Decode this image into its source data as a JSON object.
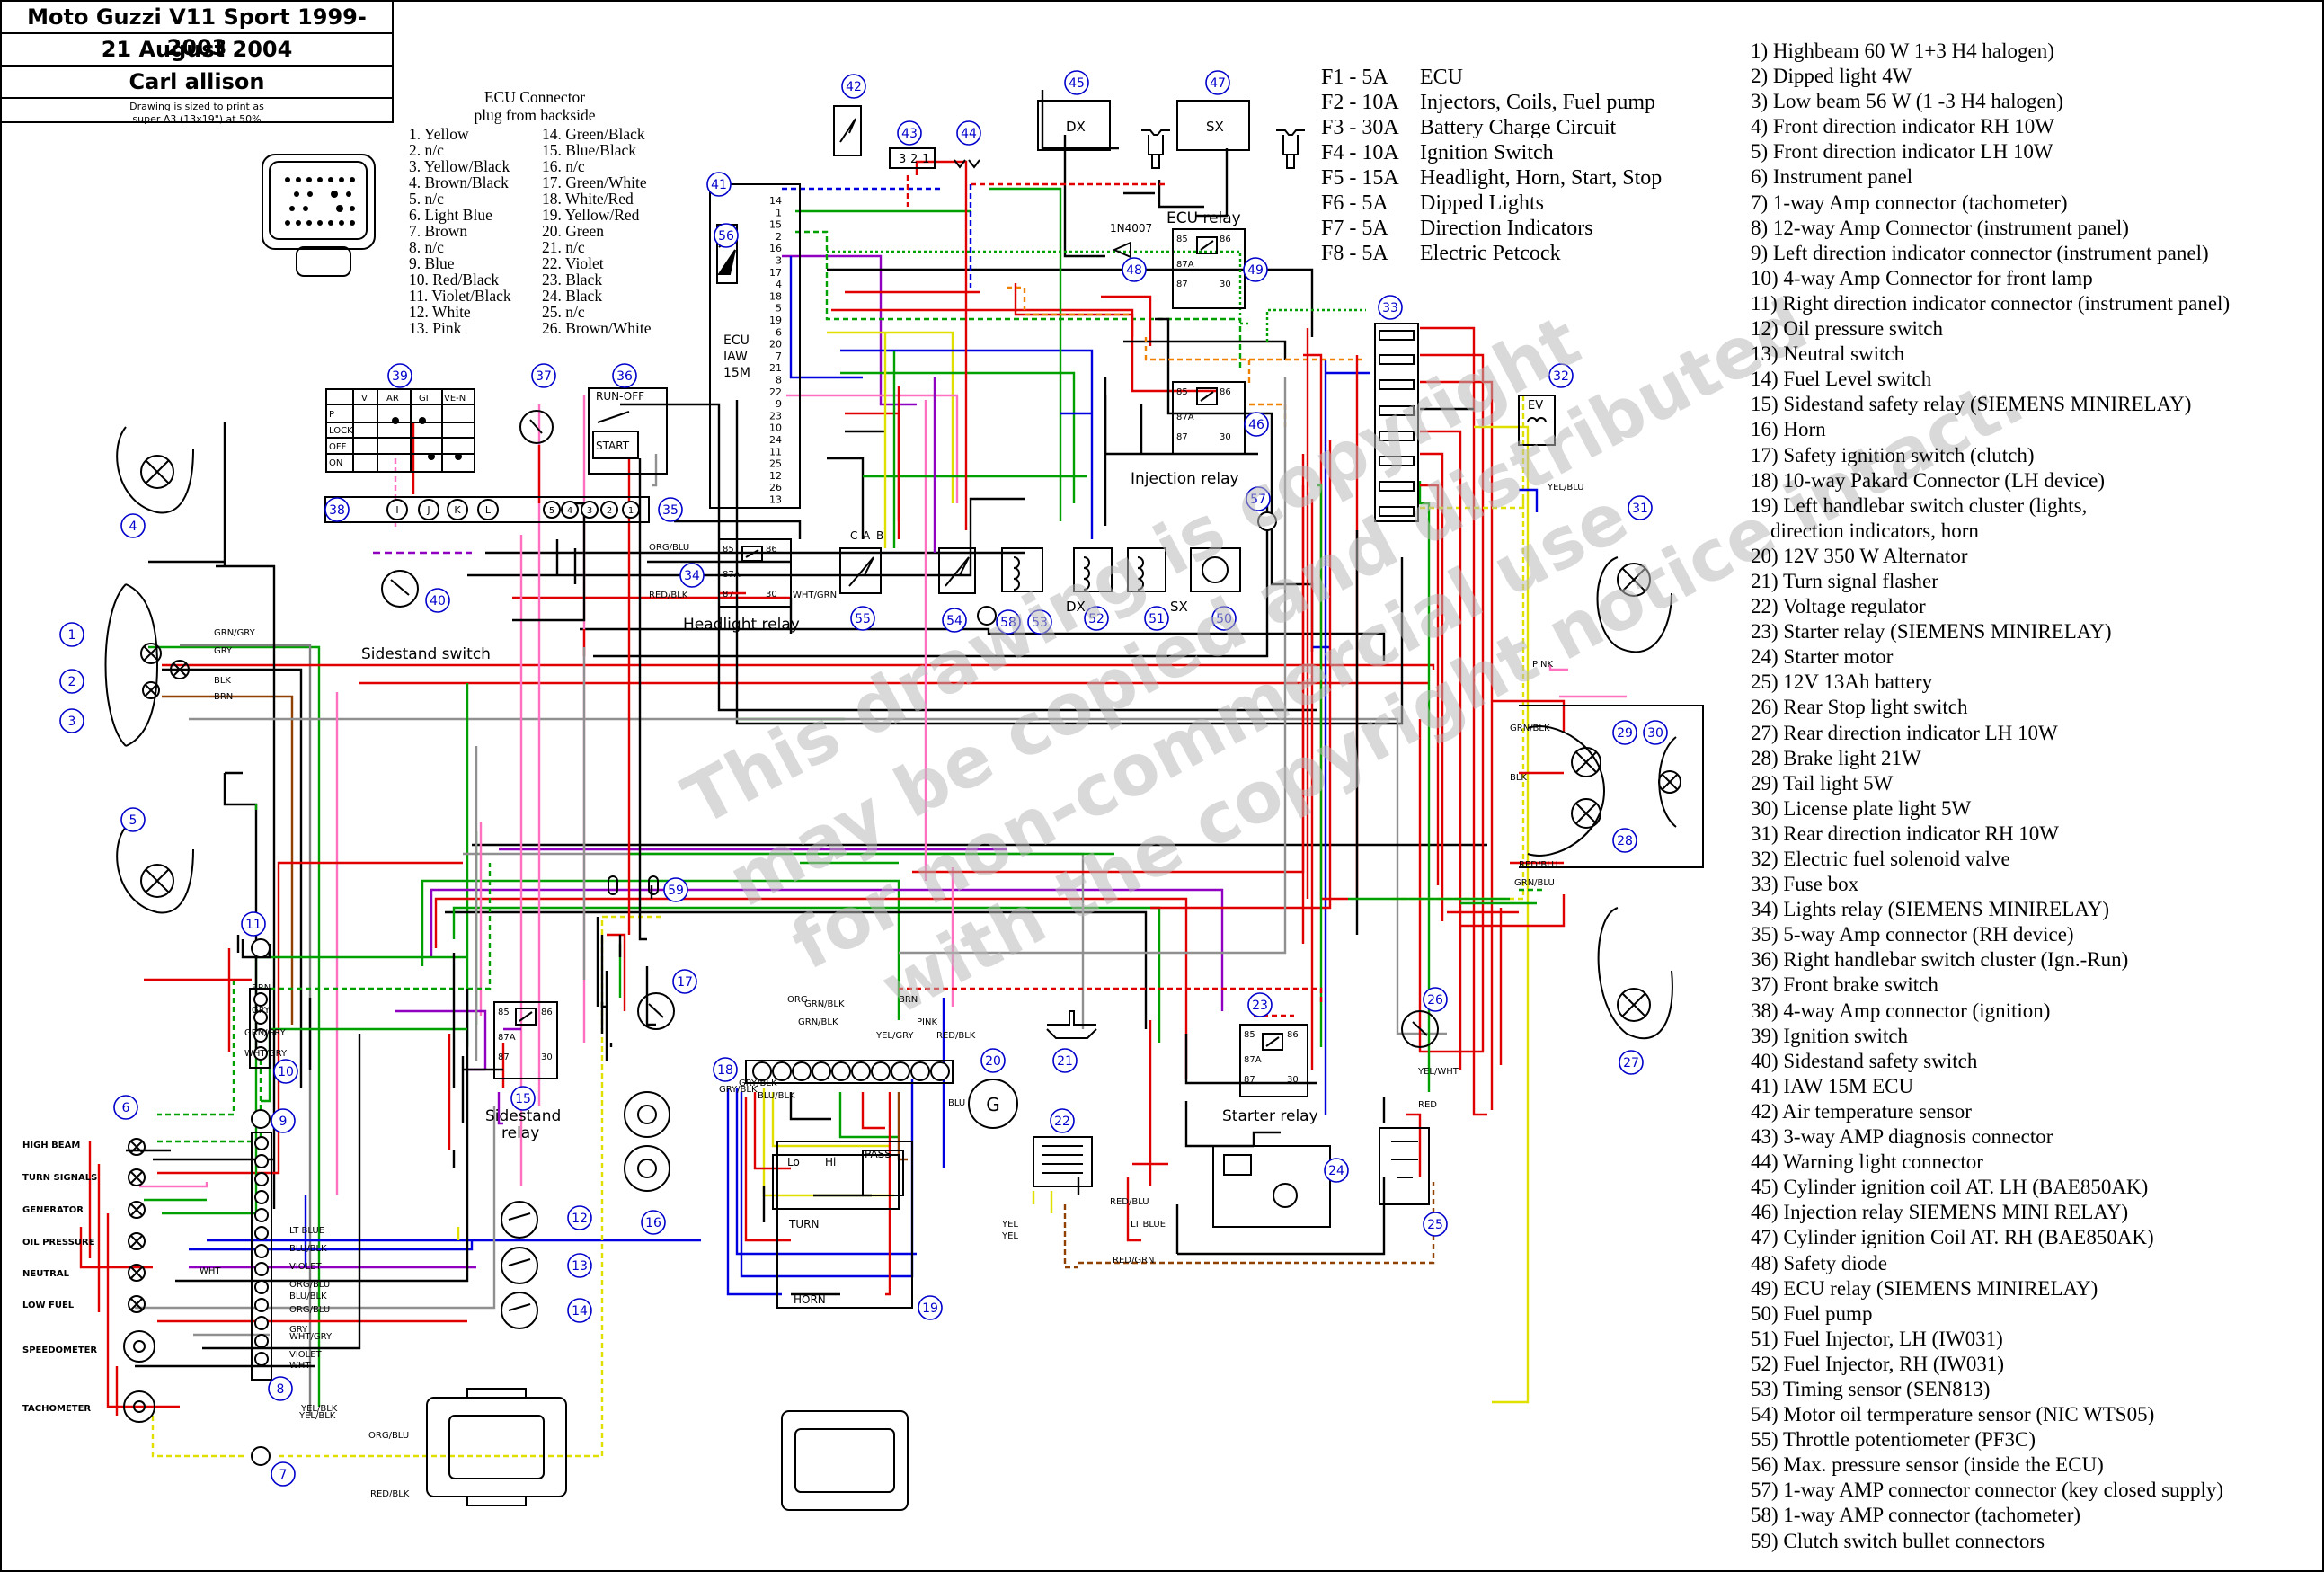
{
  "header": {
    "title": "Moto Guzzi V11 Sport 1999-2003",
    "date": "21 August 2004",
    "author": "Carl allison",
    "note_line1": "Drawing is sized to print as",
    "note_line2": "super A3 (13x19\") at 50%"
  },
  "ecu_connector": {
    "title_line1": "ECU Connector",
    "title_line2": "plug from backside",
    "pins_left": [
      "1. Yellow",
      "2. n/c",
      "3. Yellow/Black",
      "4. Brown/Black",
      "5. n/c",
      "6. Light Blue",
      "7. Brown",
      "8. n/c",
      "9. Blue",
      "10. Red/Black",
      "11. Violet/Black",
      "12. White",
      "13. Pink"
    ],
    "pins_right": [
      "14. Green/Black",
      "15. Blue/Black",
      "16. n/c",
      "17. Green/White",
      "18. White/Red",
      "19. Yellow/Red",
      "20. Green",
      "21. n/c",
      "22. Violet",
      "23. Black",
      "24. Black",
      "25. n/c",
      "26. Brown/White"
    ]
  },
  "fuses": [
    {
      "id": "F1 - 5A",
      "desc": "ECU"
    },
    {
      "id": "F2 - 10A",
      "desc": "Injectors, Coils, Fuel pump"
    },
    {
      "id": "F3 - 30A",
      "desc": "Battery Charge Circuit"
    },
    {
      "id": "F4 - 10A",
      "desc": "Ignition Switch"
    },
    {
      "id": "F5 - 15A",
      "desc": "Headlight, Horn, Start, Stop"
    },
    {
      "id": "F6 - 5A",
      "desc": "Dipped Lights"
    },
    {
      "id": "F7 - 5A",
      "desc": "Direction Indicators"
    },
    {
      "id": "F8 - 5A",
      "desc": "Electric Petcock"
    }
  ],
  "legend": [
    "1) Highbeam 60 W 1+3 H4 halogen)",
    "2) Dipped light 4W",
    "3) Low beam 56 W (1 -3 H4 halogen)",
    "4) Front direction indicator RH 10W",
    "5) Front direction indicator LH 10W",
    "6) Instrument panel",
    "7) 1-way Amp connector (tachometer)",
    "8) 12-way Amp Connector (instrument panel)",
    "9) Left direction indicator connector (instrument panel)",
    "10) 4-way Amp Connector for front lamp",
    "11) Right direction indicator connector (instrument panel)",
    "12) Oil pressure switch",
    "13) Neutral switch",
    "14) Fuel Level switch",
    "15) Sidestand safety relay (SIEMENS MINIRELAY)",
    "16) Horn",
    "17) Safety ignition switch (clutch)",
    "18) 10-way Pakard Connector (LH device)",
    "19) Left handlebar switch cluster (lights,",
    "direction indicators, horn",
    "20) 12V 350 W Alternator",
    "21) Turn signal flasher",
    "22) Voltage regulator",
    "23) Starter relay (SIEMENS MINIRELAY)",
    "24) Starter motor",
    "25) 12V 13Ah battery",
    "26) Rear Stop light switch",
    "27) Rear direction indicator LH 10W",
    "28) Brake light 21W",
    "29) Tail light 5W",
    "30) License plate light 5W",
    "31) Rear direction indicator RH 10W",
    "32) Electric fuel solenoid valve",
    "33) Fuse box",
    "34) Lights relay (SIEMENS MINIRELAY)",
    "35) 5-way Amp connector (RH device)",
    "36) Right handlebar switch cluster (Ign.-Run)",
    "37) Front brake switch",
    "38) 4-way Amp connector (ignition)",
    "39) Ignition switch",
    "40) Sidestand safety switch",
    "41) IAW 15M ECU",
    "42) Air temperature sensor",
    "43) 3-way AMP diagnosis connector",
    "44) Warning light connector",
    "45) Cylinder ignition coil AT. LH (BAE850AK)",
    "46) Injection relay SIEMENS MINI RELAY)",
    "47) Cylinder ignition Coil AT. RH (BAE850AK)",
    "48) Safety diode",
    "49) ECU relay (SIEMENS MINIRELAY)",
    "50) Fuel pump",
    "51) Fuel Injector, LH (IW031)",
    "52) Fuel Injector, RH (IW031)",
    "53) Timing sensor (SEN813)",
    "54) Motor oil termperature sensor (NIC WTS05)",
    "55) Throttle potentiometer (PF3C)",
    "56) Max. pressure sensor (inside the ECU)",
    "57) 1-way AMP connector connector (key closed supply)",
    "58) 1-way AMP connector (tachometer)",
    "59) Clutch switch bullet connectors"
  ],
  "labels": {
    "ecu_relay": "ECU relay",
    "injection_relay": "Injection relay",
    "headlight_relay": "Headlight relay",
    "starter_relay": "Starter relay",
    "sidestand_relay_1": "Sidestand",
    "sidestand_relay_2": "relay",
    "sidestand_switch": "Sidestand switch",
    "ecu_line1": "ECU",
    "ecu_line2": "IAW",
    "ecu_line3": "15M",
    "diode": "1N4007",
    "dx": "DX",
    "sx": "SX",
    "run_off": "RUN-OFF",
    "start": "START",
    "pass": "PASS",
    "lo": "Lo",
    "hi": "Hi",
    "turn": "TURN",
    "horn": "HORN",
    "generator": "G",
    "ev": "EV",
    "inst_labels": [
      "HIGH  BEAM",
      "TURN  SIGNALS",
      "GENERATOR",
      "OIL  PRESSURE",
      "NEUTRAL",
      "LOW  FUEL",
      "SPEEDOMETER",
      "TACHOMETER"
    ],
    "ign_cols": [
      "P",
      "LOCK",
      "OFF",
      "ON"
    ],
    "ign_heads": [
      "V",
      "AR",
      "GI",
      "VE-N"
    ],
    "conn38": [
      "I",
      "J",
      "K",
      "L"
    ],
    "conn35": [
      "5",
      "4",
      "3",
      "2",
      "1"
    ],
    "tp_pins": [
      "C",
      "A",
      "B"
    ],
    "diag_pins": [
      "3",
      "2",
      "1"
    ],
    "relay_pins": [
      "85",
      "86",
      "87A",
      "87",
      "30"
    ],
    "ecu_pin_numbers": [
      "14",
      "1",
      "15",
      "2",
      "16",
      "3",
      "17",
      "4",
      "18",
      "5",
      "19",
      "6",
      "20",
      "7",
      "21",
      "8",
      "22",
      "9",
      "23",
      "10",
      "24",
      "11",
      "25",
      "12",
      "26",
      "13"
    ]
  },
  "wire_labels": [
    "GRN/GRY",
    "GRY",
    "BLK",
    "BRN",
    "ORG/BLU",
    "RED/BLK",
    "WHT/GRN",
    "PINK",
    "GRN/BLK",
    "BLK",
    "BRN",
    "GRY",
    "GRN/GRY",
    "WHT/GRY",
    "RED/BLU",
    "GRN/BLU",
    "YEL/BLK",
    "YEL/BLU",
    "YEL/WHT",
    "RED",
    "RED/GRN",
    "RED/BLU",
    "LT BLUE",
    "BLU/BLK",
    "VIOLET",
    "ORG/BLU",
    "WHT",
    "ORG/BLU",
    "BLU/BLK",
    "WHT/GRY",
    "VIOLET",
    "GRN/BLK",
    "GRN/BLK",
    "PINK",
    "YEL/GRY",
    "BRN",
    "LT BLUE",
    "ORG/BLU",
    "RED/BLK",
    "GRY",
    "BLU/BLK",
    "GRY/BLK",
    "WHT",
    "ORG",
    "BLU",
    "YEL",
    "YEL",
    "RED/BLK",
    "YEL/BLK",
    "GRY/BLK"
  ],
  "watermark_lines": [
    "This drawing is copyright",
    "may be copied and distributed",
    "for non-commercial use",
    "with the copyright notice intact."
  ],
  "colors": {
    "wire_red": "#e00000",
    "wire_green": "#00a000",
    "wire_blue": "#0000e0",
    "wire_yellow": "#e0e000",
    "wire_violet": "#9000c0",
    "wire_pink": "#ff70c0",
    "wire_orange": "#f08000",
    "wire_brown": "#904000",
    "wire_gray": "#909090",
    "callout_blue": "#0000cc"
  }
}
